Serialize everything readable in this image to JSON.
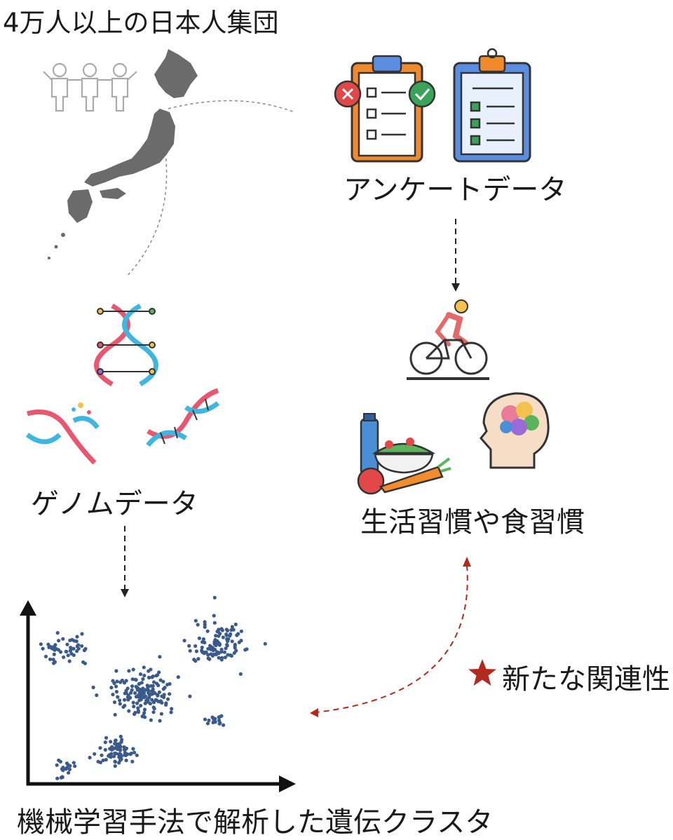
{
  "title": "4万人以上の日本人集団",
  "survey": {
    "label": "アンケートデータ"
  },
  "genome": {
    "label": "ゲノムデータ"
  },
  "lifestyle": {
    "label": "生活習慣や食習慣"
  },
  "association": {
    "label": "新たな関連性"
  },
  "clusters": {
    "caption": "機械学習手法で解析した遺伝クラスタ"
  },
  "colors": {
    "map_gray": "#6b6b6b",
    "cluster_dot": "#3b5a8c",
    "association_arrow": "#b22a1e",
    "star": "#b22a1e",
    "clipboard_orange": "#f08a2c",
    "clipboard_blue": "#5b8ee0",
    "check_green": "#3aa35a",
    "cross_red": "#e04848",
    "dna_pink": "#e8566f",
    "dna_blue": "#3fb6e0"
  },
  "icons": [
    "people-icon",
    "japan-map",
    "survey-clipboard-icon",
    "checklist-clipboard-icon",
    "cyclist-icon",
    "food-icon",
    "brain-head-icon",
    "dna-icon",
    "star-icon"
  ]
}
